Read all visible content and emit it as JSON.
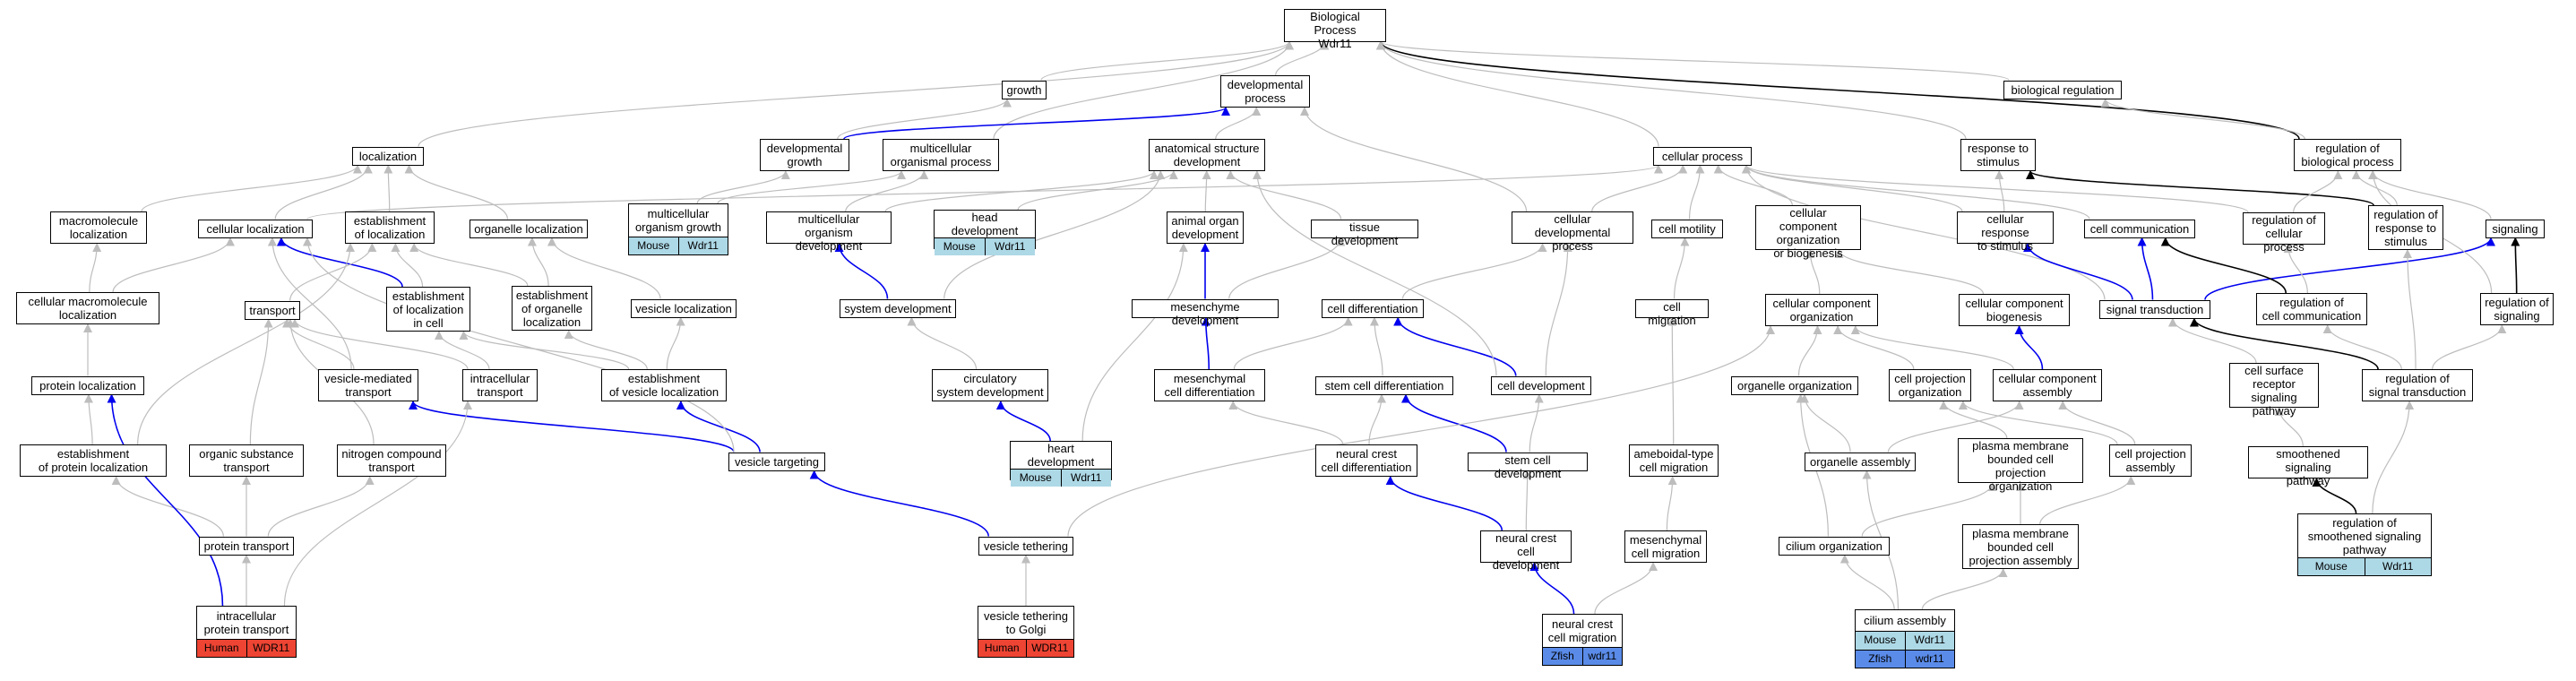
{
  "colors": {
    "default_edge": "#bdbdbd",
    "blue_edge": "#0000ee",
    "black_edge": "#000000",
    "mouse_annotation": "#add8e6",
    "human_annotation": "#ee4433",
    "zfish_annotation": "#5a8be8"
  },
  "nodes": [
    {
      "id": "bp",
      "label": "Biological Process\nWdr11"
    },
    {
      "id": "growth",
      "label": "growth"
    },
    {
      "id": "devproc",
      "label": "developmental\nprocess"
    },
    {
      "id": "bioreg",
      "label": "biological regulation"
    },
    {
      "id": "localization",
      "label": "localization"
    },
    {
      "id": "devgrowth",
      "label": "developmental\ngrowth"
    },
    {
      "id": "mcorgproc",
      "label": "multicellular\norganismal process"
    },
    {
      "id": "anatdev",
      "label": "anatomical structure\ndevelopment"
    },
    {
      "id": "cellproc",
      "label": "cellular process"
    },
    {
      "id": "respstim",
      "label": "response to\nstimulus"
    },
    {
      "id": "regbioproc",
      "label": "regulation of\nbiological process"
    },
    {
      "id": "macroloc",
      "label": "macromolecule\nlocalization"
    },
    {
      "id": "cellloc",
      "label": "cellular localization"
    },
    {
      "id": "estloc",
      "label": "establishment\nof localization"
    },
    {
      "id": "orgloc",
      "label": "organelle localization"
    },
    {
      "id": "mcgrowth",
      "label": "multicellular\norganism growth",
      "ann": [
        [
          "Mouse",
          "Wdr11"
        ]
      ]
    },
    {
      "id": "mcdev",
      "label": "multicellular\norganism development"
    },
    {
      "id": "headdev",
      "label": "head development",
      "ann": [
        [
          "Mouse",
          "Wdr11"
        ]
      ]
    },
    {
      "id": "animorgdev",
      "label": "animal organ\ndevelopment"
    },
    {
      "id": "tissdev",
      "label": "tissue development"
    },
    {
      "id": "celldevproc",
      "label": "cellular developmental\nprocess"
    },
    {
      "id": "cellmot",
      "label": "cell motility"
    },
    {
      "id": "ccob",
      "label": "cellular component\norganization\nor biogenesis"
    },
    {
      "id": "cellresp",
      "label": "cellular response\nto stimulus"
    },
    {
      "id": "cellcomm",
      "label": "cell communication"
    },
    {
      "id": "regcellproc",
      "label": "regulation of\ncellular process"
    },
    {
      "id": "regresp",
      "label": "regulation of\nresponse to\nstimulus"
    },
    {
      "id": "signaling",
      "label": "signaling"
    },
    {
      "id": "cmmloc",
      "label": "cellular macromolecule\nlocalization"
    },
    {
      "id": "transport",
      "label": "transport"
    },
    {
      "id": "estlocincell",
      "label": "establishment\nof localization\nin cell"
    },
    {
      "id": "estorgloc",
      "label": "establishment\nof organelle\nlocalization"
    },
    {
      "id": "vesloc",
      "label": "vesicle localization"
    },
    {
      "id": "sysdev",
      "label": "system development"
    },
    {
      "id": "mesdev",
      "label": "mesenchyme development"
    },
    {
      "id": "celldiff",
      "label": "cell differentiation"
    },
    {
      "id": "cellmig",
      "label": "cell migration"
    },
    {
      "id": "ccorg",
      "label": "cellular component\norganization"
    },
    {
      "id": "ccbio",
      "label": "cellular component\nbiogenesis"
    },
    {
      "id": "sigtrans",
      "label": "signal transduction"
    },
    {
      "id": "regcellcomm",
      "label": "regulation of\ncell communication"
    },
    {
      "id": "regsig",
      "label": "regulation of\nsignaling"
    },
    {
      "id": "protloc",
      "label": "protein localization"
    },
    {
      "id": "vesmedtrans",
      "label": "vesicle-mediated\ntransport"
    },
    {
      "id": "intratrans",
      "label": "intracellular\ntransport"
    },
    {
      "id": "estvesloc",
      "label": "establishment\nof vesicle localization"
    },
    {
      "id": "circsysdev",
      "label": "circulatory\nsystem development"
    },
    {
      "id": "mescelldiff",
      "label": "mesenchymal\ncell differentiation"
    },
    {
      "id": "stemcelldiff",
      "label": "stem cell differentiation"
    },
    {
      "id": "celldev",
      "label": "cell development"
    },
    {
      "id": "orgorg",
      "label": "organelle organization"
    },
    {
      "id": "cellprojorg",
      "label": "cell projection\norganization"
    },
    {
      "id": "ccassembly",
      "label": "cellular component\nassembly"
    },
    {
      "id": "cellsurf",
      "label": "cell surface\nreceptor signaling\npathway"
    },
    {
      "id": "regsigtrans",
      "label": "regulation of\nsignal transduction"
    },
    {
      "id": "estprotloc",
      "label": "establishment\nof protein localization"
    },
    {
      "id": "orgsubtrans",
      "label": "organic substance\ntransport"
    },
    {
      "id": "nitrotrans",
      "label": "nitrogen compound\ntransport"
    },
    {
      "id": "vestarg",
      "label": "vesicle targeting"
    },
    {
      "id": "heartdev",
      "label": "heart development",
      "ann": [
        [
          "Mouse",
          "Wdr11"
        ]
      ]
    },
    {
      "id": "ncdiff",
      "label": "neural crest\ncell differentiation"
    },
    {
      "id": "stemcelldev",
      "label": "stem cell development"
    },
    {
      "id": "amoeboid",
      "label": "ameboidal-type\ncell migration"
    },
    {
      "id": "orgassembly",
      "label": "organelle assembly"
    },
    {
      "id": "pmbcpo",
      "label": "plasma membrane\nbounded cell\nprojection organization"
    },
    {
      "id": "cellprojasm",
      "label": "cell projection\nassembly"
    },
    {
      "id": "smooth",
      "label": "smoothened signaling\npathway"
    },
    {
      "id": "prottrans",
      "label": "protein transport"
    },
    {
      "id": "vesteth",
      "label": "vesicle tethering"
    },
    {
      "id": "ncdev",
      "label": "neural crest\ncell development"
    },
    {
      "id": "mescellmig",
      "label": "mesenchymal\ncell migration"
    },
    {
      "id": "ciliumorg",
      "label": "cilium organization"
    },
    {
      "id": "pmbcpa",
      "label": "plasma membrane\nbounded cell\nprojection assembly"
    },
    {
      "id": "regsmooth",
      "label": "regulation of\nsmoothened signaling\npathway",
      "ann": [
        [
          "Mouse",
          "Wdr11"
        ]
      ]
    },
    {
      "id": "icprottrans",
      "label": "intracellular\nprotein transport",
      "ann": [
        [
          "Human",
          "WDR11"
        ]
      ]
    },
    {
      "id": "vestethgolgi",
      "label": "vesicle tethering\nto Golgi",
      "ann": [
        [
          "Human",
          "WDR11"
        ]
      ]
    },
    {
      "id": "ncmig",
      "label": "neural crest\ncell migration",
      "ann": [
        [
          "Zfish",
          "wdr11"
        ]
      ]
    },
    {
      "id": "ciliumasm",
      "label": "cilium assembly",
      "ann": [
        [
          "Mouse",
          "Wdr11"
        ],
        [
          "Zfish",
          "wdr11"
        ]
      ]
    }
  ],
  "edges": [
    [
      "growth",
      "bp",
      "g"
    ],
    [
      "devproc",
      "bp",
      "g"
    ],
    [
      "bioreg",
      "bp",
      "g"
    ],
    [
      "regbioproc",
      "bp",
      "k"
    ],
    [
      "localization",
      "bp",
      "g"
    ],
    [
      "cellproc",
      "bp",
      "g"
    ],
    [
      "respstim",
      "bp",
      "g"
    ],
    [
      "mcorgproc",
      "bp",
      "g"
    ],
    [
      "regbioproc",
      "bioreg",
      "g"
    ],
    [
      "devgrowth",
      "growth",
      "g"
    ],
    [
      "devgrowth",
      "devproc",
      "b"
    ],
    [
      "anatdev",
      "devproc",
      "g"
    ],
    [
      "celldevproc",
      "devproc",
      "g"
    ],
    [
      "macroloc",
      "localization",
      "g"
    ],
    [
      "cellloc",
      "localization",
      "g"
    ],
    [
      "estloc",
      "localization",
      "g"
    ],
    [
      "orgloc",
      "localization",
      "g"
    ],
    [
      "mcgrowth",
      "devgrowth",
      "g"
    ],
    [
      "mcgrowth",
      "mcorgproc",
      "g"
    ],
    [
      "mcdev",
      "mcorgproc",
      "g"
    ],
    [
      "mcdev",
      "anatdev",
      "g"
    ],
    [
      "headdev",
      "anatdev",
      "g"
    ],
    [
      "animorgdev",
      "anatdev",
      "g"
    ],
    [
      "tissdev",
      "anatdev",
      "g"
    ],
    [
      "cellloc",
      "cellproc",
      "g"
    ],
    [
      "celldevproc",
      "cellproc",
      "g"
    ],
    [
      "cellmot",
      "cellproc",
      "g"
    ],
    [
      "ccob",
      "cellproc",
      "g"
    ],
    [
      "cellresp",
      "cellproc",
      "g"
    ],
    [
      "cellcomm",
      "cellproc",
      "g"
    ],
    [
      "regcellproc",
      "cellproc",
      "g"
    ],
    [
      "sigtrans",
      "cellproc",
      "g"
    ],
    [
      "cellresp",
      "respstim",
      "g"
    ],
    [
      "regresp",
      "respstim",
      "k"
    ],
    [
      "regcellproc",
      "regbioproc",
      "g"
    ],
    [
      "regresp",
      "regbioproc",
      "g"
    ],
    [
      "signaling",
      "regbioproc",
      "g"
    ],
    [
      "cmmloc",
      "macroloc",
      "g"
    ],
    [
      "cmmloc",
      "cellloc",
      "g"
    ],
    [
      "estlocincell",
      "cellloc",
      "b"
    ],
    [
      "estlocincell",
      "estloc",
      "g"
    ],
    [
      "estorgloc",
      "orgloc",
      "g"
    ],
    [
      "estorgloc",
      "estloc",
      "g"
    ],
    [
      "transport",
      "estloc",
      "g"
    ],
    [
      "vesloc",
      "orgloc",
      "g"
    ],
    [
      "sysdev",
      "mcdev",
      "b"
    ],
    [
      "sysdev",
      "anatdev",
      "g"
    ],
    [
      "mesdev",
      "animorgdev",
      "b"
    ],
    [
      "mesdev",
      "tissdev",
      "g"
    ],
    [
      "celldiff",
      "celldevproc",
      "g"
    ],
    [
      "cellmig",
      "cellmot",
      "g"
    ],
    [
      "ccorg",
      "ccob",
      "g"
    ],
    [
      "ccbio",
      "ccob",
      "g"
    ],
    [
      "sigtrans",
      "cellresp",
      "b"
    ],
    [
      "sigtrans",
      "cellcomm",
      "b"
    ],
    [
      "sigtrans",
      "signaling",
      "b"
    ],
    [
      "regcellcomm",
      "cellcomm",
      "k"
    ],
    [
      "regcellcomm",
      "regcellproc",
      "g"
    ],
    [
      "regsig",
      "signaling",
      "k"
    ],
    [
      "regsig",
      "regbioproc",
      "g"
    ],
    [
      "protloc",
      "cmmloc",
      "g"
    ],
    [
      "vesmedtrans",
      "transport",
      "g"
    ],
    [
      "vesmedtrans",
      "cellloc",
      "g"
    ],
    [
      "intratrans",
      "transport",
      "g"
    ],
    [
      "intratrans",
      "estlocincell",
      "g"
    ],
    [
      "estvesloc",
      "estorgloc",
      "g"
    ],
    [
      "estvesloc",
      "vesloc",
      "g"
    ],
    [
      "estvesloc",
      "estlocincell",
      "g"
    ],
    [
      "circsysdev",
      "sysdev",
      "g"
    ],
    [
      "mescelldiff",
      "mesdev",
      "b"
    ],
    [
      "mescelldiff",
      "celldiff",
      "g"
    ],
    [
      "stemcelldiff",
      "celldiff",
      "g"
    ],
    [
      "celldev",
      "celldiff",
      "b"
    ],
    [
      "celldev",
      "celldevproc",
      "g"
    ],
    [
      "celldev",
      "anatdev",
      "g"
    ],
    [
      "orgorg",
      "ccorg",
      "g"
    ],
    [
      "cellprojorg",
      "ccorg",
      "g"
    ],
    [
      "ccassembly",
      "ccorg",
      "g"
    ],
    [
      "ccassembly",
      "ccbio",
      "b"
    ],
    [
      "cellsurf",
      "sigtrans",
      "g"
    ],
    [
      "regsigtrans",
      "sigtrans",
      "k"
    ],
    [
      "regsigtrans",
      "regcellcomm",
      "g"
    ],
    [
      "regsigtrans",
      "regsig",
      "g"
    ],
    [
      "regsigtrans",
      "regresp",
      "g"
    ],
    [
      "estprotloc",
      "protloc",
      "g"
    ],
    [
      "estprotloc",
      "estloc",
      "g"
    ],
    [
      "orgsubtrans",
      "transport",
      "g"
    ],
    [
      "nitrotrans",
      "transport",
      "g"
    ],
    [
      "vestarg",
      "vesmedtrans",
      "b"
    ],
    [
      "vestarg",
      "estvesloc",
      "b"
    ],
    [
      "vestarg",
      "cellloc",
      "g"
    ],
    [
      "heartdev",
      "circsysdev",
      "b"
    ],
    [
      "heartdev",
      "animorgdev",
      "g"
    ],
    [
      "ncdiff",
      "stemcelldiff",
      "g"
    ],
    [
      "ncdiff",
      "mescelldiff",
      "g"
    ],
    [
      "stemcelldev",
      "stemcelldiff",
      "b"
    ],
    [
      "stemcelldev",
      "celldev",
      "g"
    ],
    [
      "amoeboid",
      "cellmig",
      "g"
    ],
    [
      "orgassembly",
      "orgorg",
      "g"
    ],
    [
      "orgassembly",
      "ccassembly",
      "g"
    ],
    [
      "pmbcpo",
      "cellprojorg",
      "g"
    ],
    [
      "cellprojasm",
      "cellprojorg",
      "g"
    ],
    [
      "cellprojasm",
      "ccassembly",
      "g"
    ],
    [
      "smooth",
      "cellsurf",
      "g"
    ],
    [
      "prottrans",
      "orgsubtrans",
      "g"
    ],
    [
      "prottrans",
      "nitrotrans",
      "g"
    ],
    [
      "prottrans",
      "estprotloc",
      "g"
    ],
    [
      "vesteth",
      "vestarg",
      "b"
    ],
    [
      "vesteth",
      "ccorg",
      "g"
    ],
    [
      "ncdev",
      "ncdiff",
      "b"
    ],
    [
      "ncdev",
      "stemcelldev",
      "g"
    ],
    [
      "mescellmig",
      "amoeboid",
      "g"
    ],
    [
      "ciliumorg",
      "orgorg",
      "g"
    ],
    [
      "ciliumorg",
      "pmbcpo",
      "g"
    ],
    [
      "pmbcpa",
      "pmbcpo",
      "g"
    ],
    [
      "pmbcpa",
      "cellprojasm",
      "g"
    ],
    [
      "regsmooth",
      "smooth",
      "k"
    ],
    [
      "regsmooth",
      "regsigtrans",
      "g"
    ],
    [
      "icprottrans",
      "prottrans",
      "g"
    ],
    [
      "icprottrans",
      "intratrans",
      "g"
    ],
    [
      "icprottrans",
      "protloc",
      "b"
    ],
    [
      "vestethgolgi",
      "vesteth",
      "g"
    ],
    [
      "ncmig",
      "ncdev",
      "b"
    ],
    [
      "ncmig",
      "mescellmig",
      "g"
    ],
    [
      "ciliumasm",
      "ciliumorg",
      "g"
    ],
    [
      "ciliumasm",
      "orgassembly",
      "g"
    ],
    [
      "ciliumasm",
      "pmbcpa",
      "g"
    ]
  ]
}
